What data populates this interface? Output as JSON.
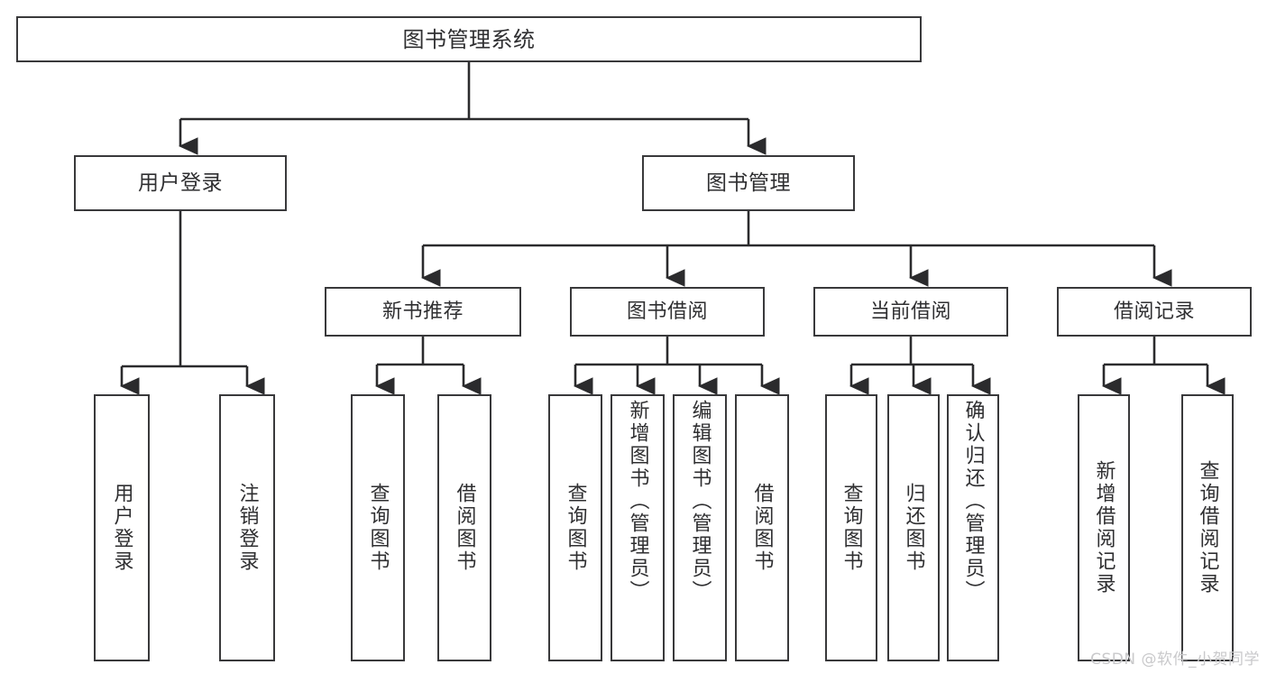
{
  "diagram": {
    "title": "图书管理系统",
    "type": "tree-hierarchy-diagram",
    "colors": {
      "box_border": "#39393b",
      "box_fill": "#ffffff",
      "connector": "#2b2b2d",
      "text": "#2f2f31",
      "watermark": "#c9c9cb",
      "background": "#ffffff"
    },
    "root": {
      "label": "图书管理系统"
    },
    "level2": [
      {
        "label": "用户登录"
      },
      {
        "label": "图书管理"
      }
    ],
    "level3": [
      {
        "label": "新书推荐"
      },
      {
        "label": "图书借阅"
      },
      {
        "label": "当前借阅"
      },
      {
        "label": "借阅记录"
      }
    ],
    "leaves": {
      "user_login": [
        {
          "label": "用户登录"
        },
        {
          "label": "注销登录"
        }
      ],
      "new_book_recommend": [
        {
          "label": "查询图书"
        },
        {
          "label": "借阅图书"
        }
      ],
      "book_borrow": [
        {
          "label": "查询图书"
        },
        {
          "label": "新增图书（管理员）"
        },
        {
          "label": "编辑图书（管理员）"
        },
        {
          "label": "借阅图书"
        }
      ],
      "current_borrow": [
        {
          "label": "查询图书"
        },
        {
          "label": "归还图书"
        },
        {
          "label": "确认归还（管理员）"
        }
      ],
      "borrow_record": [
        {
          "label": "新增借阅记录"
        },
        {
          "label": "查询借阅记录"
        }
      ]
    }
  },
  "watermark": {
    "text": "CSDN @软件_小贺同学"
  }
}
